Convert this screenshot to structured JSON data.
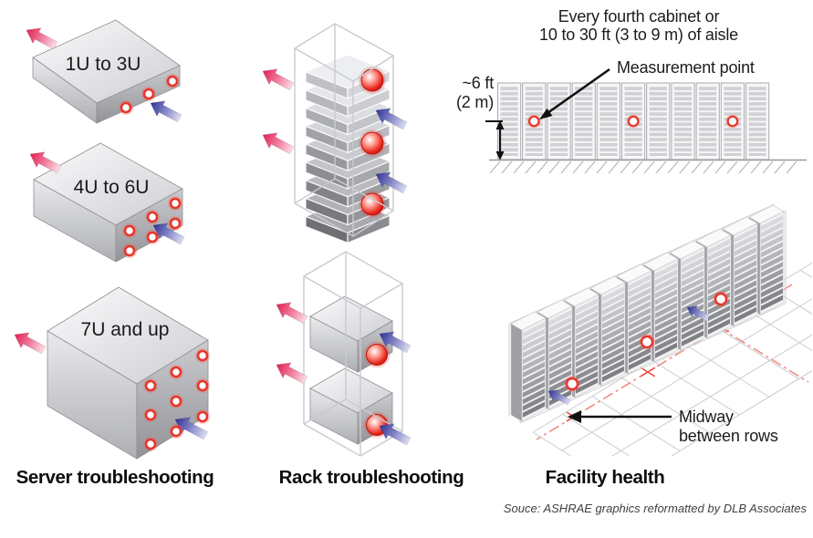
{
  "figure": {
    "source_note": "Souce: ASHRAE graphics reformatted by DLB Associates",
    "server": {
      "caption": "Server troubleshooting",
      "box_labels": [
        "1U to 3U",
        "4U to 6U",
        "7U and up"
      ]
    },
    "rack": {
      "caption": "Rack troubleshooting"
    },
    "facility": {
      "caption": "Facility health",
      "aisle_note_line1": "Every fourth cabinet or",
      "aisle_note_line2": "10 to 30 ft (3 to 9 m) of aisle",
      "measurement_point_label": "Measurement point",
      "height_label_line1": "~6 ft",
      "height_label_line2": "(2 m)",
      "midway_line1": "Midway",
      "midway_line2": "between rows",
      "cabinet_count": 11,
      "marked_cabinets": [
        2,
        6,
        10
      ]
    },
    "colors": {
      "hot_arrow": "#e11d48",
      "cold_arrow": "#2f3193",
      "measurement_red": "#e8352b",
      "aisle_line": "#f28b82"
    }
  }
}
